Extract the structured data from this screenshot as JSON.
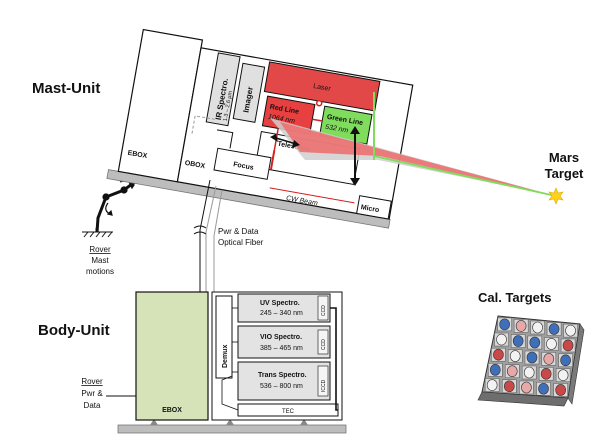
{
  "mast_unit": {
    "title": "Mast-Unit",
    "ebox": "EBOX",
    "obox": "OBOX",
    "ir_spectro": {
      "name": "IR Spectro.",
      "range": "1.3 – 2.6 µm"
    },
    "imager": "Imager",
    "laser": "Laser",
    "red_line": {
      "name": "Red Line",
      "wavelength": "1064 nm"
    },
    "green_line": {
      "name": "Green Line",
      "wavelength": "532 nm"
    },
    "telescope": "Telescope",
    "focus": "Focus",
    "cw_beam": "CW Beam",
    "micro": "Micro"
  },
  "mars_target": {
    "line1": "Mars",
    "line2": "Target"
  },
  "mast_motion": {
    "line1": "Rover",
    "line2": "Mast",
    "line3": "motions"
  },
  "fiber": {
    "line1": "Pwr & Data",
    "line2": "Optical Fiber"
  },
  "body_unit": {
    "title": "Body-Unit",
    "ebox": "EBOX",
    "demux": "Demux",
    "uv": {
      "name": "UV Spectro.",
      "range": "245 – 340 nm",
      "detector": "CCD"
    },
    "vio": {
      "name": "VIO Spectro.",
      "range": "385 – 465 nm",
      "detector": "CCD"
    },
    "trans": {
      "name": "Trans Spectro.",
      "range": "536 – 800 nm",
      "detector": "ICCD"
    },
    "tec": "TEC"
  },
  "rover_pwr": {
    "line1": "Rover",
    "line2": "Pwr &",
    "line3": "Data"
  },
  "cal_targets": {
    "title": "Cal. Targets",
    "rows": [
      [
        "blue",
        "pink",
        "white",
        "blue",
        "white"
      ],
      [
        "white",
        "blue",
        "blue",
        "white",
        "red"
      ],
      [
        "red",
        "white",
        "blue",
        "pink",
        "blue"
      ],
      [
        "blue",
        "pink",
        "white",
        "red",
        "white"
      ],
      [
        "white",
        "red",
        "pink",
        "blue",
        "red"
      ]
    ]
  },
  "colors": {
    "laser": "#e34848",
    "red_line": "#e84040",
    "green_line": "#7fdc5c",
    "beam_red": "#ee6b6b",
    "beam_grey": "#cfcfcf",
    "ebox_body": "#d6e3b8",
    "spectro_fill": "#e3e3e3",
    "target_star": "#ffd21a",
    "cal_blue": "#3f6fb8",
    "cal_red": "#c94848",
    "cal_pink": "#e8a8a8",
    "cal_white": "#f2f2f2"
  }
}
